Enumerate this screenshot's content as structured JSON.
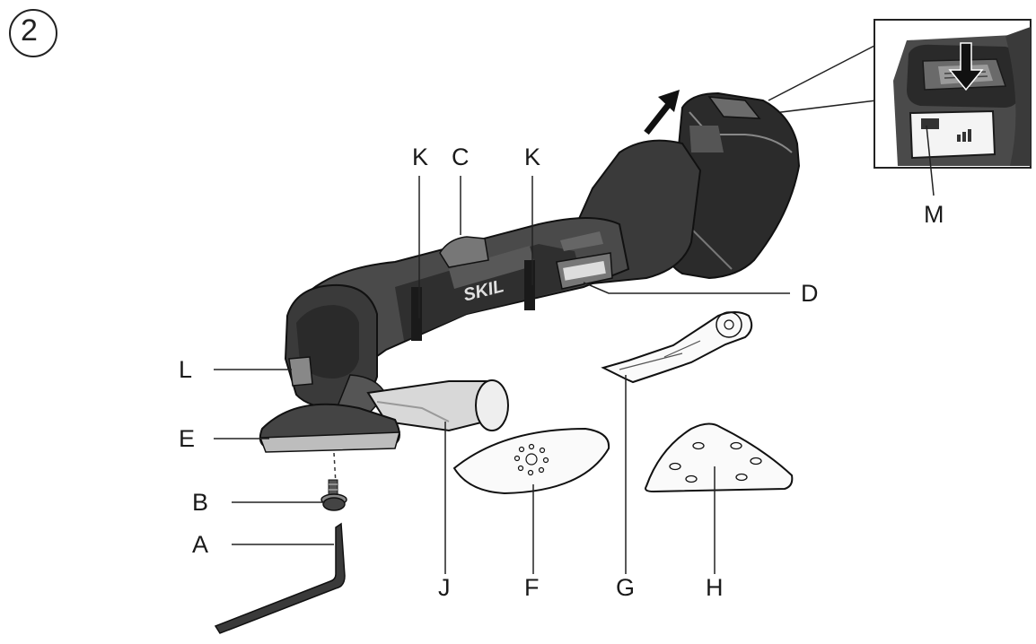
{
  "figure": {
    "step_number": "2",
    "brand_mark": "SKIL",
    "colors": {
      "line": "#1a1a1a",
      "body": "#3a3a3a",
      "dark": "#222222",
      "light": "#bdbdbd",
      "paper": "#ffffff"
    }
  },
  "labels": {
    "K1": "K",
    "C": "C",
    "K2": "K",
    "M": "M",
    "D": "D",
    "L": "L",
    "E": "E",
    "B": "B",
    "A": "A",
    "J": "J",
    "F": "F",
    "G": "G",
    "H": "H"
  }
}
